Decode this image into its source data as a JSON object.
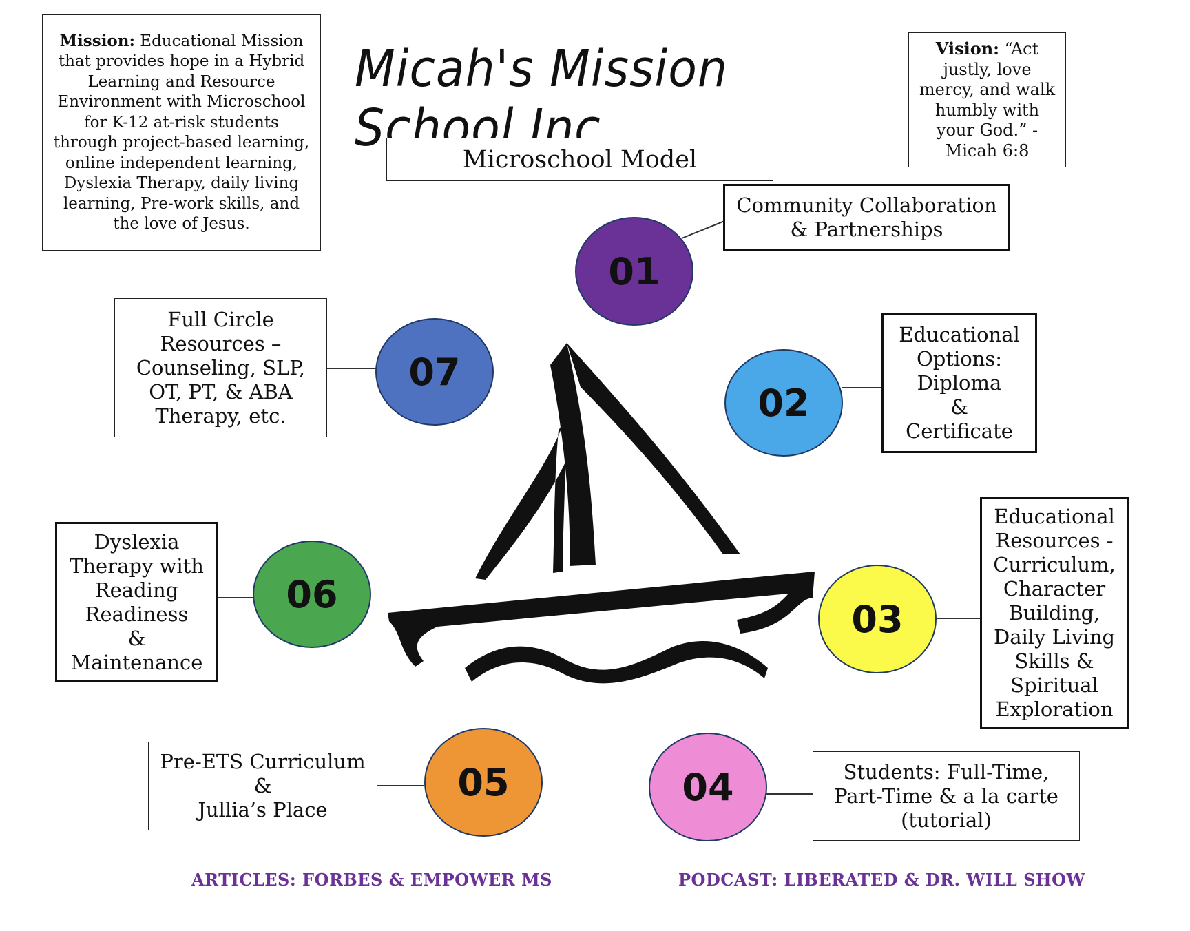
{
  "title": "Micah's Mission School Inc.",
  "subtitle": "Microschool Model",
  "mission": {
    "label": "Mission:",
    "text": " Educational Mission that provides hope in a Hybrid Learning and Resource Environment with Microschool for K-12 at-risk students through project-based learning, online independent learning, Dyslexia Therapy, daily living learning, Pre-work skills, and the love of Jesus."
  },
  "vision": {
    "label": "Vision:",
    "text": " “Act justly, love mercy, and walk humbly with your God.” -Micah 6:8"
  },
  "nodes": [
    {
      "number": "01",
      "color": "#6a3296",
      "text": "Community Collaboration\n& Partnerships"
    },
    {
      "number": "02",
      "color": "#4aa8e8",
      "text": "Educational\nOptions:\nDiploma\n&\nCertificate"
    },
    {
      "number": "03",
      "color": "#fbfa4a",
      "text": "Educational\nResources -\nCurriculum,\nCharacter\nBuilding,\nDaily Living\nSkills &\nSpiritual\nExploration"
    },
    {
      "number": "04",
      "color": "#ee8cd6",
      "text": "Students: Full-Time,\nPart-Time & a la carte\n(tutorial)"
    },
    {
      "number": "05",
      "color": "#ee9636",
      "text": "Pre-ETS Curriculum\n&\nJullia’s Place"
    },
    {
      "number": "06",
      "color": "#4ba74f",
      "text": "Dyslexia\nTherapy with\nReading\nReadiness\n&\nMaintenance"
    },
    {
      "number": "07",
      "color": "#4f72c0",
      "text": "Full Circle\nResources –\nCounseling, SLP,\nOT, PT, & ABA\nTherapy, etc."
    }
  ],
  "footer": {
    "left": "ARTICLES: FORBES & EMPOWER MS",
    "right": "PODCAST: LIBERATED & DR. WILL SHOW",
    "color": "#6a3296"
  },
  "boat_icon": "sailboat-icon"
}
